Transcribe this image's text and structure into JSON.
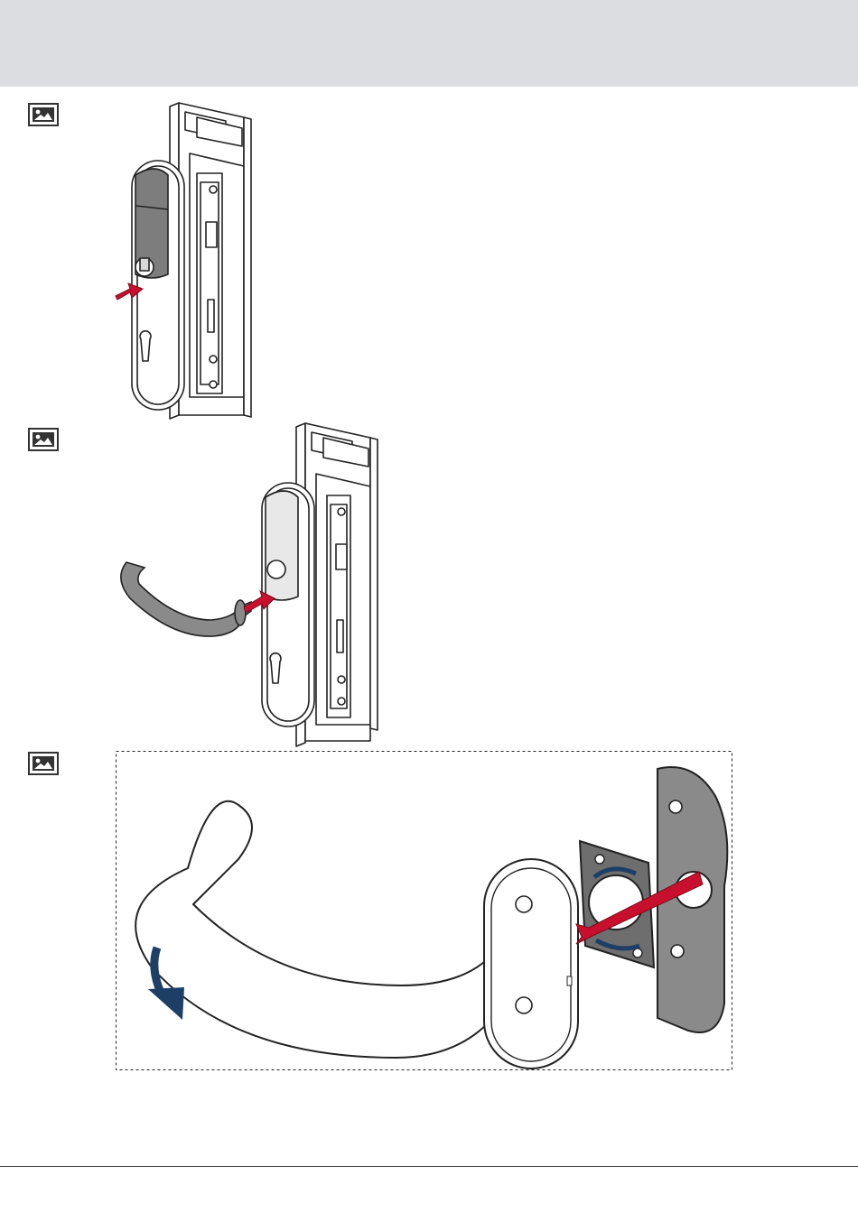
{
  "page": {
    "header_band_color": "#dcdde0",
    "accent_red": "#c8102e",
    "accent_blue": "#1d3f66"
  },
  "steps": [
    {
      "icon": "image-icon",
      "illustration": "handle-plate-insert-spindle"
    },
    {
      "icon": "image-icon",
      "illustration": "attach-lever-handle"
    },
    {
      "icon": "image-icon",
      "illustration": "lever-rosette-exploded-detail"
    }
  ]
}
